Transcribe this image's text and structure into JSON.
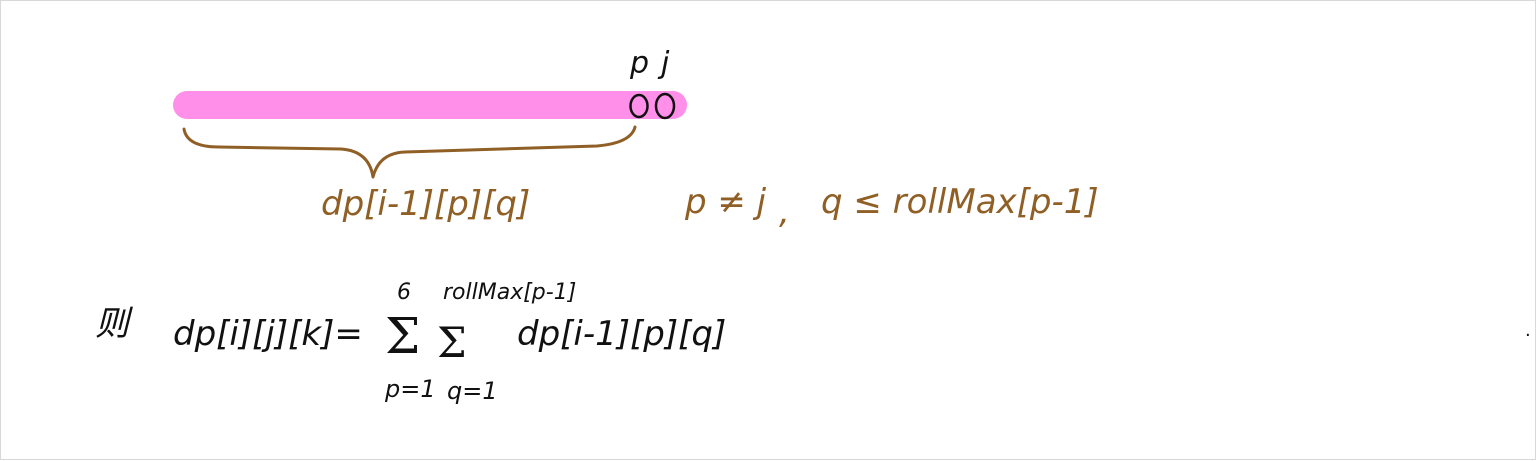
{
  "colors": {
    "highlight": "#ff8fe8",
    "annotation": "#8f5f25",
    "ink": "#111111",
    "background": "#ffffff"
  },
  "top_labels": {
    "p": "p",
    "j": "j"
  },
  "brace_label": "dp[i-1][p][q]",
  "condition": {
    "neq": "p ≠ j",
    "comma": ",",
    "leq": "q ≤ rollMax[p-1]"
  },
  "formula": {
    "prefix": "则",
    "lhs": "dp[i][j][k]=",
    "sum1_upper": "6",
    "sum1_lower": "p=1",
    "sum2_upper": "rollMax[p-1]",
    "sum2_lower": "q=1",
    "sigma": "Σ",
    "term": "dp[i-1][p][q]"
  },
  "edge_mark": "·"
}
